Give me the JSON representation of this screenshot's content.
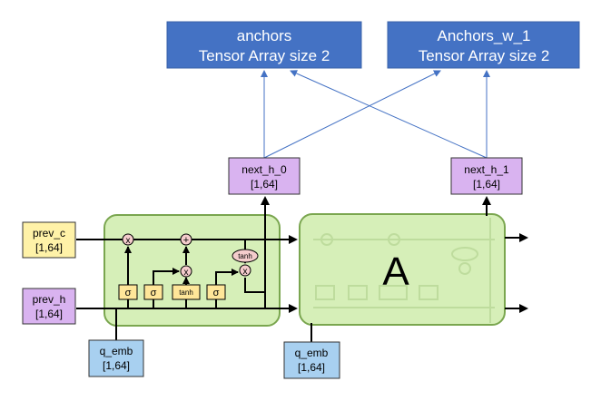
{
  "tensors": [
    {
      "id": "anchors",
      "title": "anchors",
      "subtitle": "Tensor Array size 2"
    },
    {
      "id": "anchors_w_1",
      "title": "Anchors_w_1",
      "subtitle": "Tensor Array size 2"
    }
  ],
  "outputs": [
    {
      "id": "next_h_0",
      "label": "next_h_0",
      "shape": "[1,64]"
    },
    {
      "id": "next_h_1",
      "label": "next_h_1",
      "shape": "[1,64]"
    }
  ],
  "inputs": {
    "prev_c": {
      "label": "prev_c",
      "shape": "[1,64]"
    },
    "prev_h": {
      "label": "prev_h",
      "shape": "[1,64]"
    },
    "q_emb_1": {
      "label": "q_emb",
      "shape": "[1,64]"
    },
    "q_emb_2": {
      "label": "q_emb",
      "shape": "[1,64]"
    }
  },
  "cell_ops": {
    "multiply": "x",
    "add": "+",
    "tanh": "tanh",
    "sigma": "σ",
    "tanh_gate": "tanh"
  },
  "second_cell": {
    "label": "A"
  },
  "colors": {
    "tensor_box": "#4472c4",
    "output_box": "#d9b3f0",
    "prev_c_box": "#fff2a8",
    "prev_h_box": "#d9b3f0",
    "q_emb_box": "#a8d0f0",
    "cell_fill": "#d6efb8",
    "cell_border": "#7aa64f",
    "gate_box": "#ffe699",
    "op_circle": "#f4cccc"
  }
}
